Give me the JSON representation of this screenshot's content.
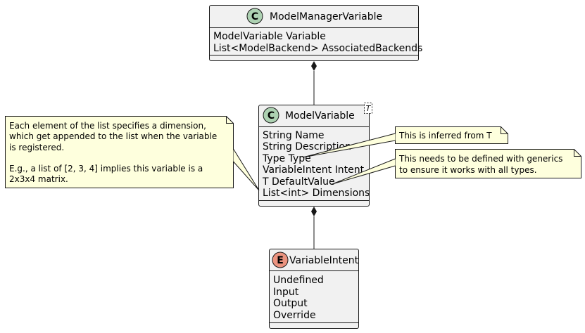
{
  "classes": {
    "model_manager_variable": {
      "stereotype_letter": "C",
      "name": "ModelManagerVariable",
      "members": [
        "ModelVariable Variable",
        "List<ModelBackend> AssociatedBackends"
      ]
    },
    "model_variable": {
      "stereotype_letter": "C",
      "name": "ModelVariable",
      "type_parameter": "T",
      "members": [
        "String Name",
        "String Description",
        "Type Type",
        "VariableIntent Intent",
        "T DefaultValue",
        "List<int> Dimensions"
      ]
    },
    "variable_intent": {
      "stereotype_letter": "E",
      "name": "VariableIntent",
      "members": [
        "Undefined",
        "Input",
        "Output",
        "Override"
      ]
    }
  },
  "notes": {
    "dimensions_note": {
      "lines": [
        "Each element of the list specifies a dimension,",
        "which get appended to the list when the variable",
        "is registered.",
        "",
        "E.g., a list of [2, 3, 4] implies this variable is a",
        "2x3x4 matrix."
      ]
    },
    "type_note": {
      "lines": [
        "This is inferred from T"
      ]
    },
    "default_value_note": {
      "lines": [
        "This needs to be defined with generics",
        "to ensure it works with all types."
      ]
    }
  },
  "colors": {
    "class_fill": "#F1F1F1",
    "class_border": "#181818",
    "class_stereotype_circle": "#ADD1B2",
    "enum_stereotype_circle": "#EB937F",
    "note_fill": "#FEFFDD",
    "note_border": "#181818"
  }
}
